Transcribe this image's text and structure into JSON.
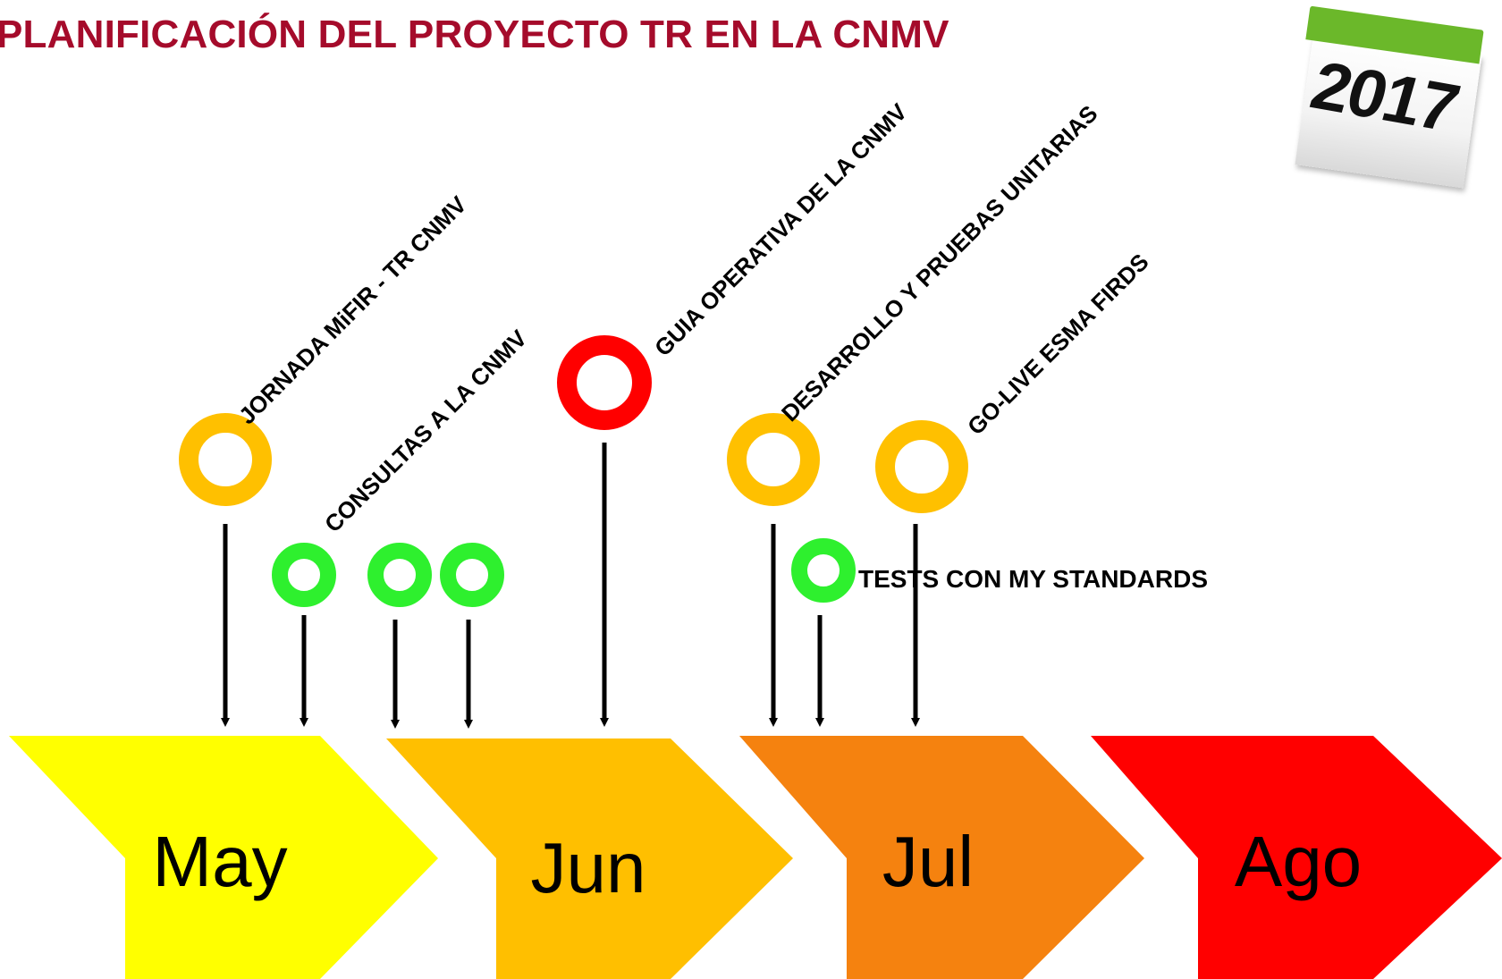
{
  "title": "PLANIFICACIÓN DEL PROYECTO TR EN LA CNMV",
  "calendar_badge": {
    "year": "2017",
    "band_color": "#6bb82a"
  },
  "milestones": [
    {
      "label": "JORNADA MiFIR  - TR CNMV",
      "color": "#ffc000"
    },
    {
      "label": "CONSULTAS A LA CNMV",
      "color": "#2ef02e"
    },
    {
      "label": "GUIA OPERATIVA DE LA CNMV",
      "color": "#ff0000"
    },
    {
      "label": "DESARROLLO Y PRUEBAS UNITARIAS",
      "color": "#ffc000"
    },
    {
      "label": "GO-LIVE ESMA FIRDS",
      "color": "#ffc000"
    },
    {
      "label": "TESTS CON MY STANDARDS",
      "color": "#2ef02e"
    }
  ],
  "months": [
    {
      "label": "May",
      "color": "#ffff00"
    },
    {
      "label": "Jun",
      "color": "#ffbf00"
    },
    {
      "label": "Jul",
      "color": "#f5820f"
    },
    {
      "label": "Ago",
      "color": "#ff0000"
    }
  ]
}
